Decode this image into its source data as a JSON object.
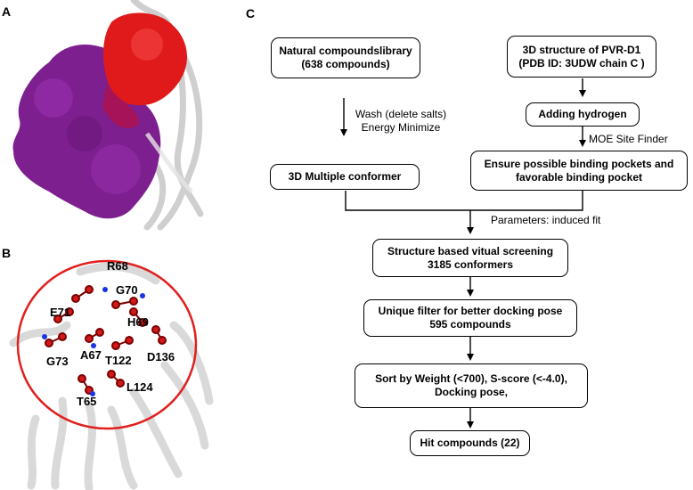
{
  "panels": {
    "a": "A",
    "b": "B",
    "c": "C"
  },
  "panel_b": {
    "residues": [
      "R68",
      "G70",
      "E71",
      "H69",
      "G73",
      "A67",
      "T122",
      "D136",
      "L124",
      "T65"
    ]
  },
  "flowchart": {
    "library_line1": "Natural compoundslibrary",
    "library_line2": "(638 compounds)",
    "structure_line1": "3D structure of PVR-D1",
    "structure_line2": "(PDB ID: 3UDW chain C )",
    "wash_line1": "Wash (delete salts)",
    "wash_line2": "Energy Minimize",
    "adding_hydrogen": "Adding hydrogen",
    "moe_note": "MOE Site Finder",
    "conformer": "3D Multiple conformer",
    "pocket_line1": "Ensure possible binding pockets and",
    "pocket_line2": "favorable binding pocket",
    "params_note": "Parameters: induced fit",
    "vs_line1": "Structure based vitual screening",
    "vs_line2": "3185 conformers",
    "filter_line1": "Unique filter for better docking pose",
    "filter_line2": "595 compounds",
    "sort_line1": "Sort by Weight (<700),  S-score (<-4.0),",
    "sort_line2": "Docking pose,",
    "hits": "Hit compounds (22)"
  },
  "colors": {
    "purple": "#7d1f8f",
    "red": "#e01a1a",
    "ribbon": "#d9d9d9",
    "circle": "#e0201f"
  }
}
